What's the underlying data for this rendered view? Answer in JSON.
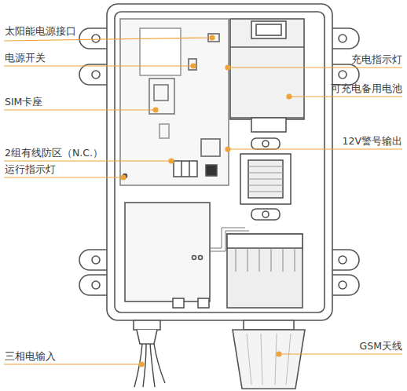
{
  "diagram": {
    "labels": [
      "太阳能电源接口",
      "电源开关",
      "SIM卡座",
      "2组有线防区（N.C.）",
      "运行指示灯",
      "三相电输入",
      "充电指示灯",
      "可充电备用电池",
      "12V警号输出",
      "GSM天线"
    ]
  }
}
